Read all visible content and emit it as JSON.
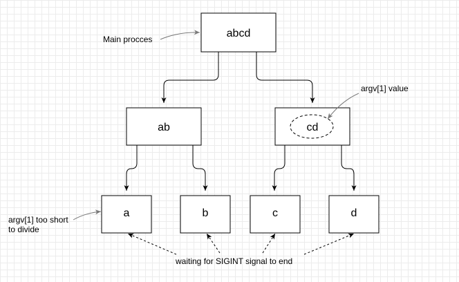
{
  "nodes": {
    "root": "abcd",
    "left": "ab",
    "right": "cd",
    "leaf_a": "a",
    "leaf_b": "b",
    "leaf_c": "c",
    "leaf_d": "d"
  },
  "annotations": {
    "main_process": "Main procces",
    "argv_value": "argv[1] value",
    "argv_short_line1": "argv[1] too short",
    "argv_short_line2": "to divide",
    "waiting": "waiting for SIGINT signal to end"
  },
  "colors": {
    "grid": "#ececec",
    "stroke": "#000000",
    "note_arrow": "#7a7a7a"
  }
}
